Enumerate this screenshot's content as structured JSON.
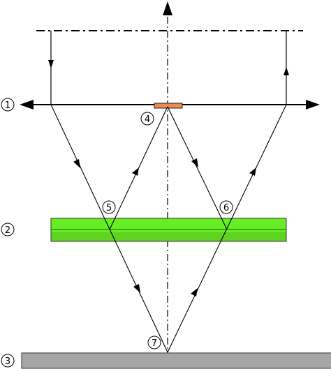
{
  "colors": {
    "line": "#000000",
    "grating_fill": "#66ee22",
    "grating_border": "#333333",
    "grating_shade": "#55c41d",
    "substrate_fill": "#a6a6a6",
    "substrate_border": "#333333",
    "emitter_fill": "#ee8a55",
    "emitter_border": "#222222"
  },
  "markers": {
    "m1": "1",
    "m2": "2",
    "m3": "3",
    "m4": "4",
    "m5": "5",
    "m6": "6",
    "m7": "7"
  }
}
